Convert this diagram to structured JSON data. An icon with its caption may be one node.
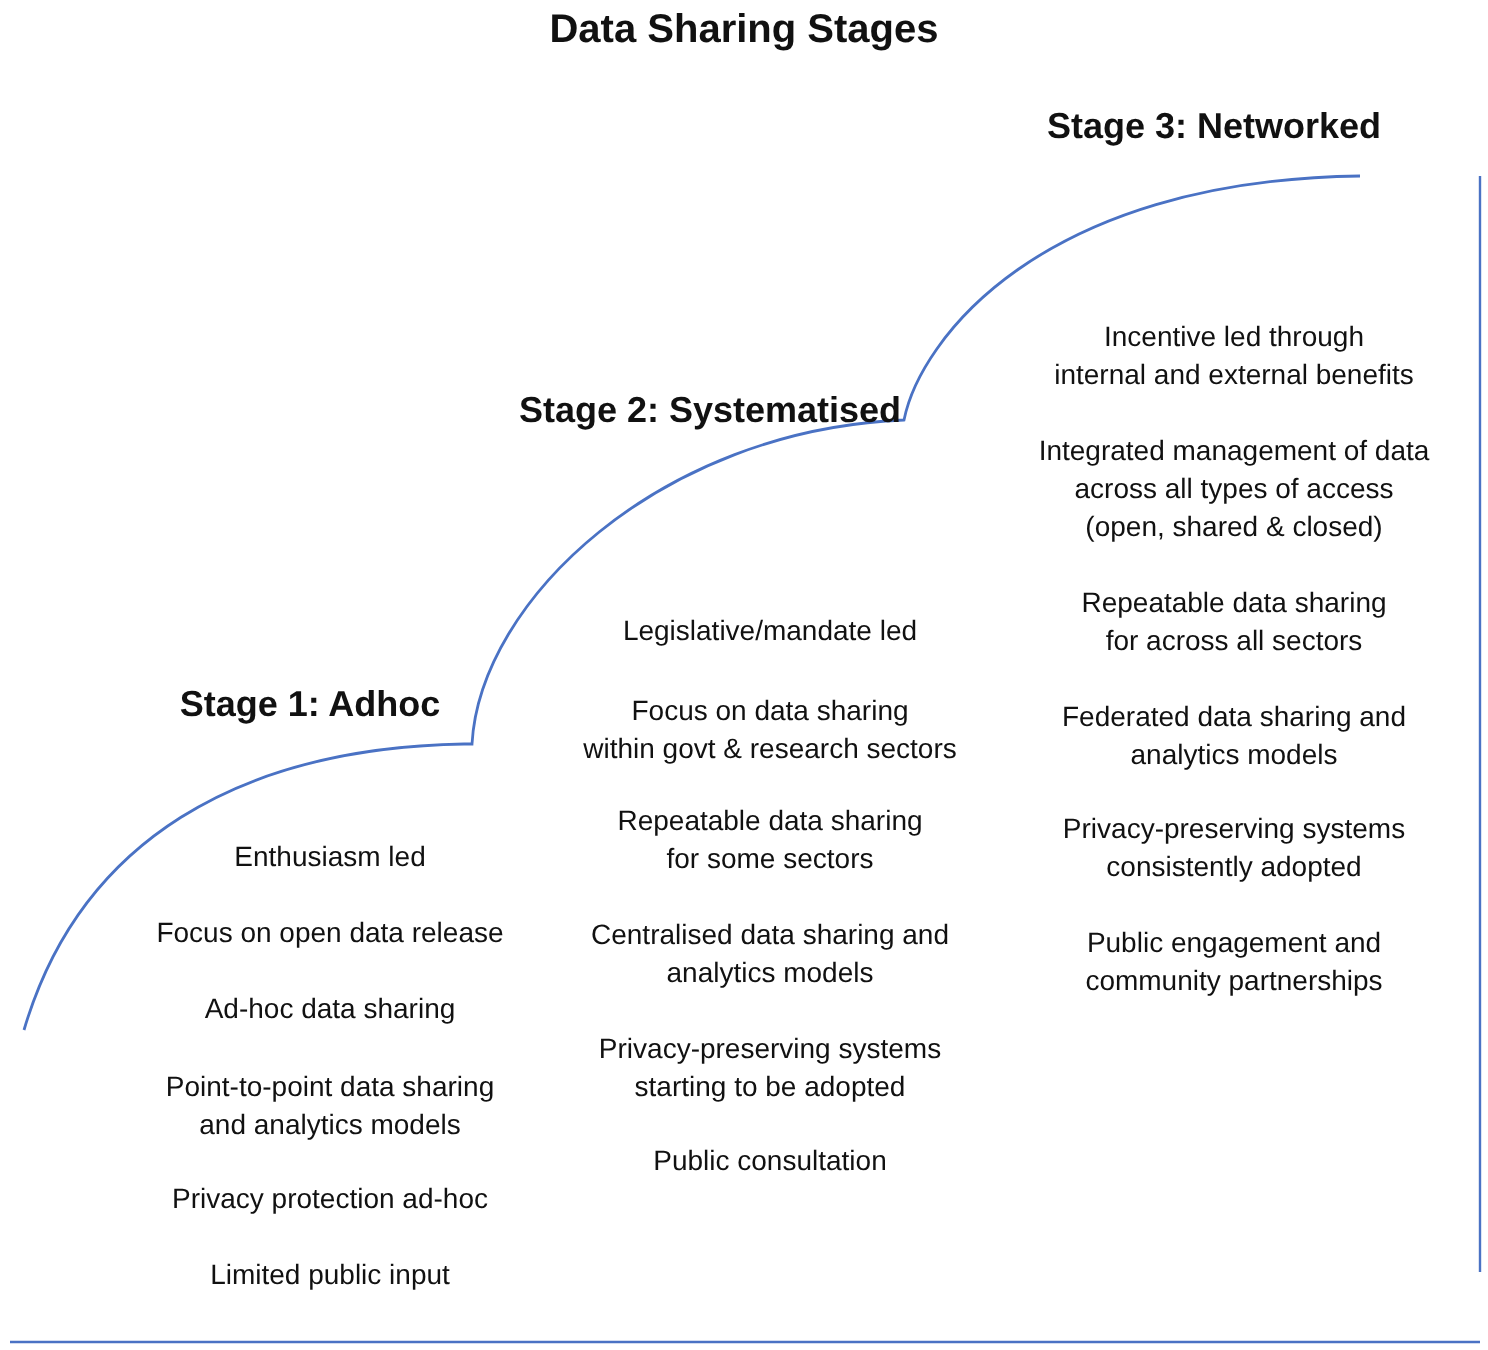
{
  "diagram": {
    "title": "Data Sharing Stages",
    "labels": [
      "Stage 1: Adhoc",
      "Enthusiasm led",
      "Focus on open data release",
      "Ad-hoc data sharing",
      "Point-to-point data sharing and analytics models",
      "Privacy protection ad-hoc",
      "Limited public input",
      "Stage 2: Systematised",
      "Legislative/mandate led",
      "Focus on data sharing within govt & research sectors",
      "Repeatable data sharing for some sectors",
      "Centralised data sharing and analytics models",
      "Privacy-preserving systems starting to be adopted",
      "Public consultation",
      "Stage 3: Networked",
      "Incentive led through internal and external benefits",
      "Integrated management of data across all types of access (open, shared & closed)",
      "Repeatable data sharing for across all sectors",
      "Federated data sharing and analytics models",
      "Privacy-preserving systems consistently adopted",
      "Public engagement and community partnerships"
    ]
  }
}
